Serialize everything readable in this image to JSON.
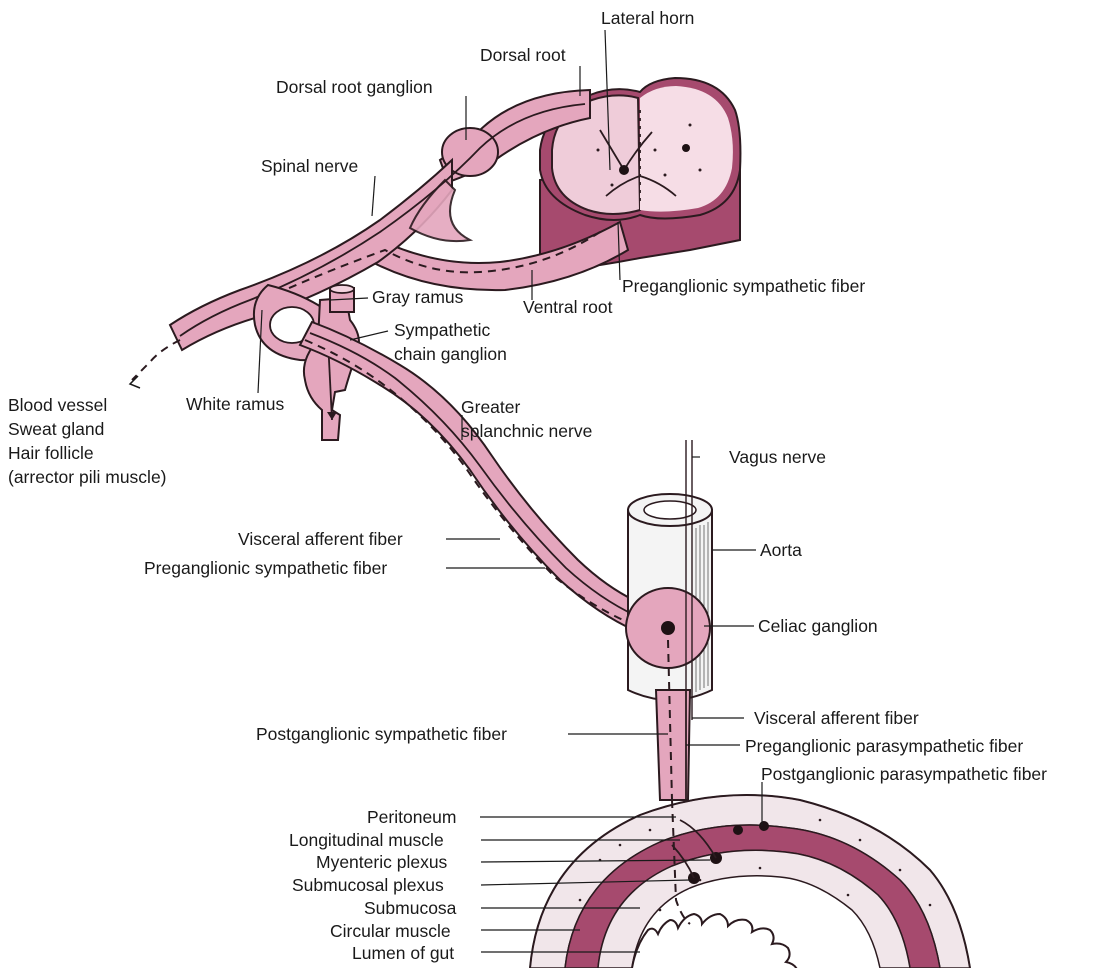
{
  "labels": {
    "lateral_horn": "Lateral horn",
    "dorsal_root": "Dorsal root",
    "dorsal_root_ganglion": "Dorsal root ganglion",
    "spinal_nerve": "Spinal nerve",
    "preganglionic_sympathetic_fiber_top": "Preganglionic sympathetic fiber",
    "gray_ramus": "Gray ramus",
    "ventral_root": "Ventral root",
    "sympathetic_chain_ganglion_1": "Sympathetic",
    "sympathetic_chain_ganglion_2": "chain ganglion",
    "white_ramus": "White ramus",
    "target_blood_vessel": "Blood vessel",
    "target_sweat_gland": "Sweat gland",
    "target_hair_follicle": "Hair follicle",
    "target_arrector_pili": "(arrector pili muscle)",
    "greater_splanchnic_1": "Greater",
    "greater_splanchnic_2": "splanchnic nerve",
    "vagus_nerve": "Vagus nerve",
    "aorta": "Aorta",
    "visceral_afferent_fiber_left": "Visceral afferent fiber",
    "preganglionic_sympathetic_fiber_left": "Preganglionic sympathetic fiber",
    "celiac_ganglion": "Celiac ganglion",
    "visceral_afferent_fiber_right": "Visceral afferent fiber",
    "postganglionic_sympathetic_fiber": "Postganglionic sympathetic fiber",
    "preganglionic_parasympathetic_fiber": "Preganglionic parasympathetic fiber",
    "postganglionic_parasympathetic_fiber": "Postganglionic parasympathetic fiber",
    "peritoneum": "Peritoneum",
    "longitudinal_muscle": "Longitudinal muscle",
    "myenteric_plexus": "Myenteric plexus",
    "submucosal_plexus": "Submucosal plexus",
    "submucosa": "Submucosa",
    "circular_muscle": "Circular muscle",
    "lumen_of_gut": "Lumen of gut"
  },
  "colors": {
    "nerve": "#e4a6bd",
    "tissue_dark": "#a64a6e",
    "outline": "#2b1a1f"
  }
}
